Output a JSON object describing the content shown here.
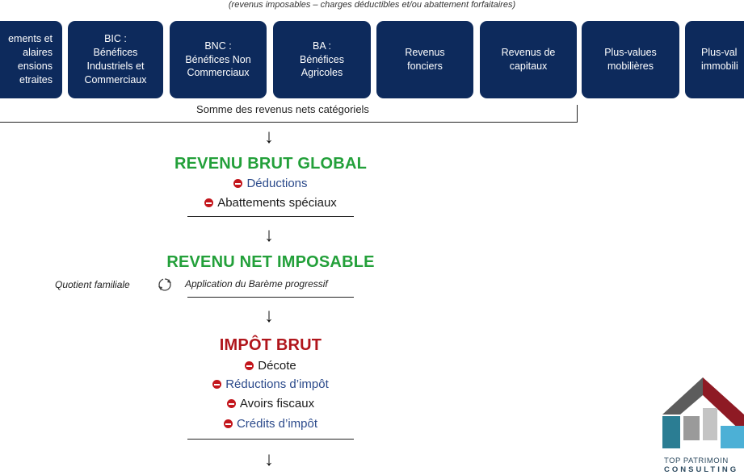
{
  "subtitle": "(revenus imposables – charges déductibles et/ou abattement forfaitaires)",
  "categories": [
    "ements et\nalaires\nensions\netraites",
    "BIC :\nBénéfices\nIndustriels et\nCommerciaux",
    "BNC :\nBénéfices Non\nCommerciaux",
    "BA :\nBénéfices\nAgricoles",
    "Revenus\nfonciers",
    "Revenus de\ncapitaux",
    "Plus-values\nmobilières",
    "Plus-val\nimmobili"
  ],
  "sum_label": "Somme des revenus nets catégoriels",
  "revenu_brut": {
    "title": "REVENU BRUT GLOBAL",
    "deductions": "Déductions",
    "abattements": "Abattements spéciaux"
  },
  "revenu_net": {
    "title": "REVENU NET IMPOSABLE",
    "quotient": "Quotient familiale",
    "bareme": "Application  du Barème progressif"
  },
  "impot_brut": {
    "title": "IMPÔT BRUT",
    "decote": "Décote",
    "reductions": "Réductions d’impôt",
    "avoirs": "Avoirs fiscaux",
    "credits": "Crédits d’impôt"
  },
  "logo": {
    "line1": "TOP PATRIMOIN",
    "line2": "CONSULTING"
  },
  "colors": {
    "box": "#0d2a5c",
    "green": "#23a03a",
    "red": "#b0151b",
    "blue_text": "#2b4a8b"
  }
}
